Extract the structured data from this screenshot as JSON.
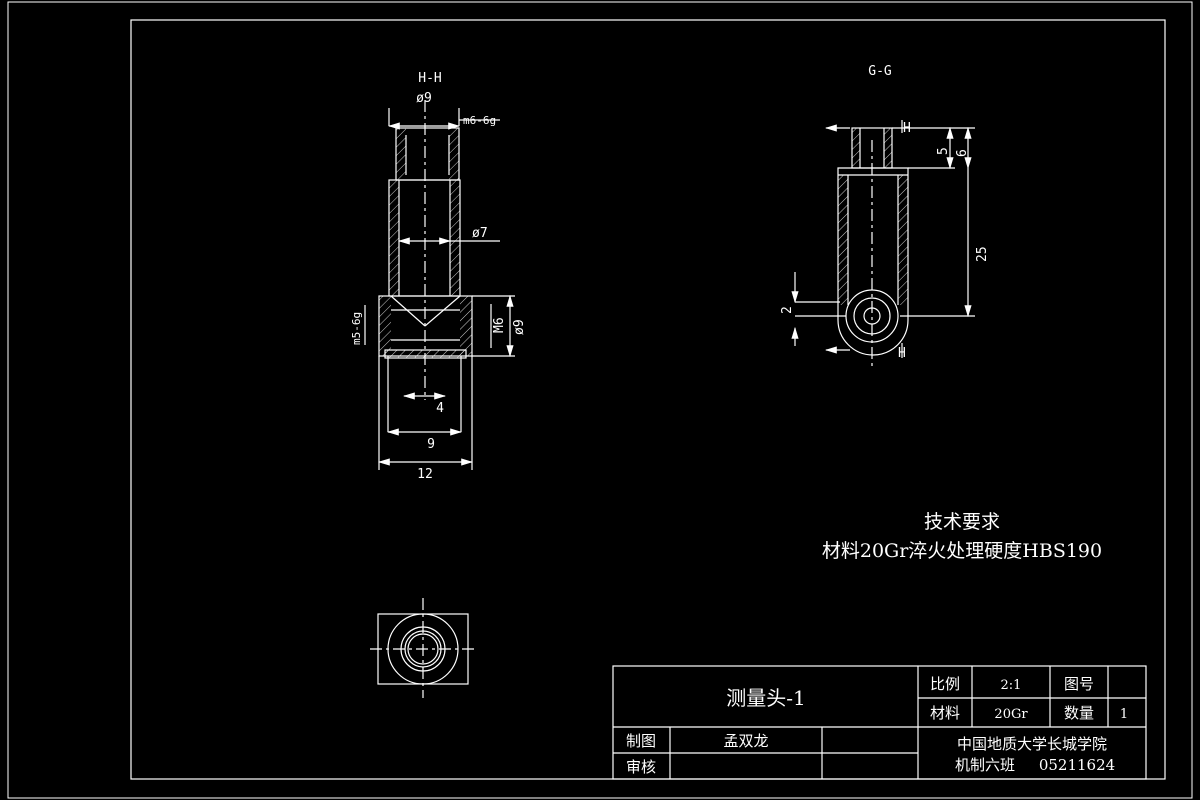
{
  "views": {
    "hh": {
      "title": "H-H",
      "dim_d9_top": "ø9",
      "dim_thread_top": "m6-6g",
      "dim_d7": "ø7",
      "dim_thread_left": "m5-6g",
      "dim_m6": "M6",
      "dim_d9_right": "ø9",
      "dim_4": "4",
      "dim_9": "9",
      "dim_12": "12"
    },
    "gg": {
      "title": "G-G",
      "section_label_top": "H",
      "section_label_bottom": "H",
      "dim_5": "5",
      "dim_6": "6",
      "dim_25": "25",
      "dim_2": "2"
    }
  },
  "tech_requirements": {
    "heading": "技术要求",
    "line1": "材料20Gr淬火处理硬度HBS190"
  },
  "title_block": {
    "part_name": "测量头-1",
    "scale_label": "比例",
    "scale_value": "2:1",
    "drawing_no_label": "图号",
    "drawing_no_value": "",
    "material_label": "材料",
    "material_value": "20Gr",
    "quantity_label": "数量",
    "quantity_value": "1",
    "drawn_label": "制图",
    "drawn_value": "孟双龙",
    "checked_label": "审核",
    "checked_value": "",
    "school": "中国地质大学长城学院",
    "class_label": "机制六班",
    "class_id": "05211624"
  }
}
